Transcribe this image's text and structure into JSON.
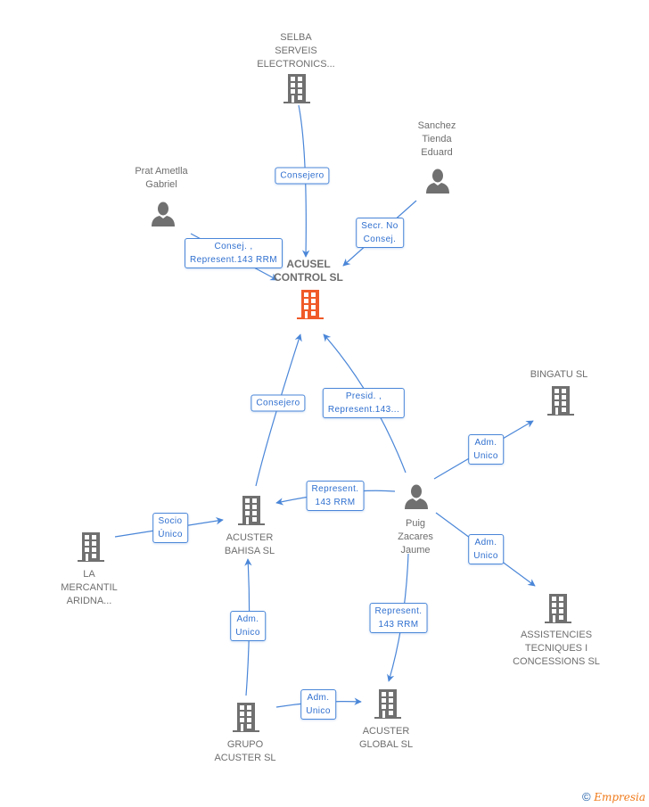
{
  "colors": {
    "edge": "#4a86d8",
    "edge_label_text": "#2f6fcf",
    "node_gray": "#707070",
    "main_node": "#f05a28"
  },
  "nodes": [
    {
      "id": "acusel",
      "label": "ACUSEL\nCONTROL SL",
      "type": "company",
      "main": true
    },
    {
      "id": "selba",
      "label": "SELBA\nSERVEIS\nELECTRONICS...",
      "type": "company"
    },
    {
      "id": "sanchez",
      "label": "Sanchez\nTienda\nEduard",
      "type": "person"
    },
    {
      "id": "prat",
      "label": "Prat Ametlla\nGabriel",
      "type": "person"
    },
    {
      "id": "bingatu",
      "label": "BINGATU  SL",
      "type": "company"
    },
    {
      "id": "puig",
      "label": "Puig\nZacares\nJaume",
      "type": "person"
    },
    {
      "id": "bahisa",
      "label": "ACUSTER\nBAHISA  SL",
      "type": "company"
    },
    {
      "id": "mercantil",
      "label": "LA\nMERCANTIL\nARIDNA...",
      "type": "company"
    },
    {
      "id": "assistencies",
      "label": "ASSISTENCIES\nTECNIQUES I\nCONCESSIONS SL",
      "type": "company"
    },
    {
      "id": "global",
      "label": "ACUSTER\nGLOBAL SL",
      "type": "company"
    },
    {
      "id": "grupo",
      "label": "GRUPO\nACUSTER  SL",
      "type": "company"
    }
  ],
  "edges": [
    {
      "from": "selba",
      "to": "acusel",
      "label": "Consejero"
    },
    {
      "from": "prat",
      "to": "acusel",
      "label": "Consej. ,\nRepresent.143 RRM"
    },
    {
      "from": "sanchez",
      "to": "acusel",
      "label": "Secr.  No\nConsej."
    },
    {
      "from": "bahisa",
      "to": "acusel",
      "label": "Consejero"
    },
    {
      "from": "puig",
      "to": "acusel",
      "label": "Presid. ,\nRepresent.143..."
    },
    {
      "from": "puig",
      "to": "bingatu",
      "label": "Adm.\nUnico"
    },
    {
      "from": "puig",
      "to": "bahisa",
      "label": "Represent.\n143 RRM"
    },
    {
      "from": "mercantil",
      "to": "bahisa",
      "label": "Socio\nÚnico"
    },
    {
      "from": "puig",
      "to": "assistencies",
      "label": "Adm.\nUnico"
    },
    {
      "from": "puig",
      "to": "global",
      "label": "Represent.\n143 RRM"
    },
    {
      "from": "grupo",
      "to": "bahisa",
      "label": "Adm.\nUnico"
    },
    {
      "from": "grupo",
      "to": "global",
      "label": "Adm.\nUnico"
    }
  ],
  "footer": {
    "copyright_symbol": "©",
    "brand": "Empresia"
  }
}
